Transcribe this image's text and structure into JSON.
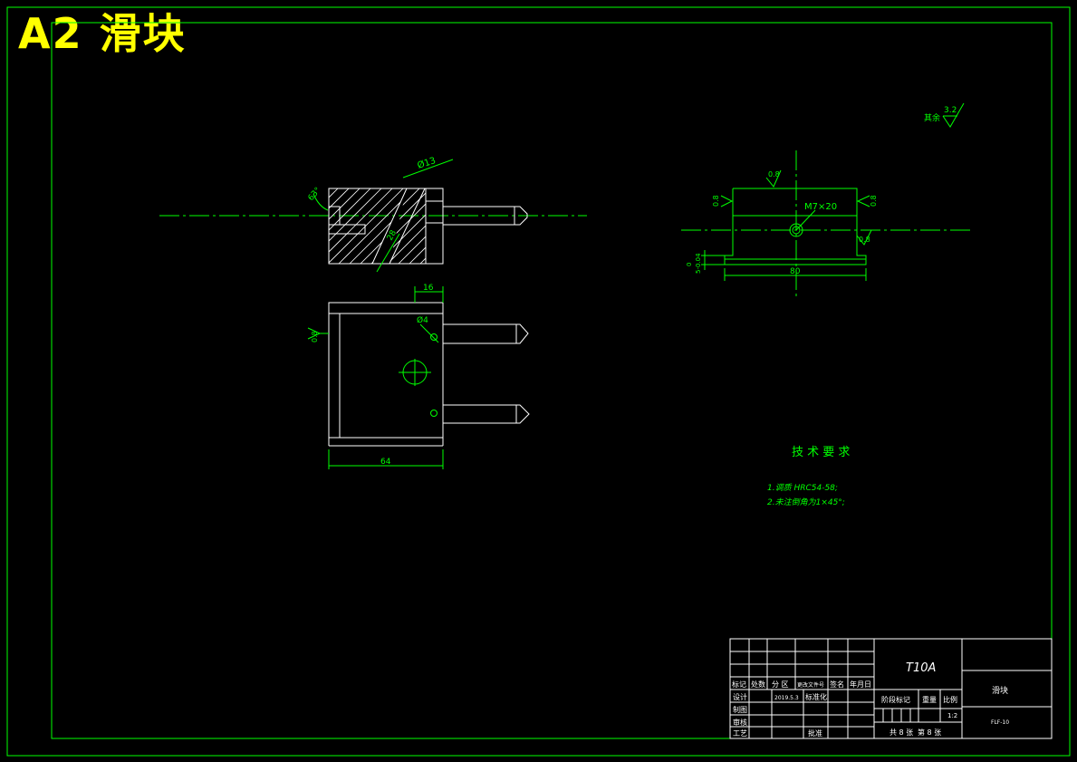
{
  "title": "A2 滑块",
  "views": {
    "section": {
      "dims": {
        "d13": "Ø13",
        "angle": "63°",
        "d28": "28"
      }
    },
    "top": {
      "dims": {
        "width": "64",
        "offset": "16",
        "d4": "Ø4"
      },
      "roughness": "0.8"
    },
    "side": {
      "dims": {
        "thread": "M7×20",
        "length": "80",
        "step_a": "0",
        "step_b": "5-0.04"
      },
      "roughness": {
        "top": "0.8",
        "left": "0.8",
        "right": "0.8",
        "right_low": "0.8"
      }
    },
    "general_roughness": {
      "label": "其余",
      "value": "3.2"
    }
  },
  "tech": {
    "heading": "技 术 要 求",
    "items": [
      "1.调质 HRC54-58;",
      "2.未注倒角为1×45°;"
    ]
  },
  "title_block": {
    "material": "T10A",
    "part_name": "滑块",
    "drawing_no": "FLF-10",
    "scale": "1:2",
    "labels": {
      "mark": "标记",
      "count": "处数",
      "zone": "分 区",
      "change_doc": "更改文件号",
      "signature": "签名",
      "date": "年月日",
      "design": "设计",
      "std": "标准化",
      "draft": "制图",
      "check": "审核",
      "process": "工艺",
      "approve": "批准",
      "stage": "阶段标记",
      "weight": "重量",
      "ratio": "比例",
      "sheets": "共 8 张",
      "sheet_no": "第 8 张"
    },
    "design_date": "2019.5.3"
  }
}
